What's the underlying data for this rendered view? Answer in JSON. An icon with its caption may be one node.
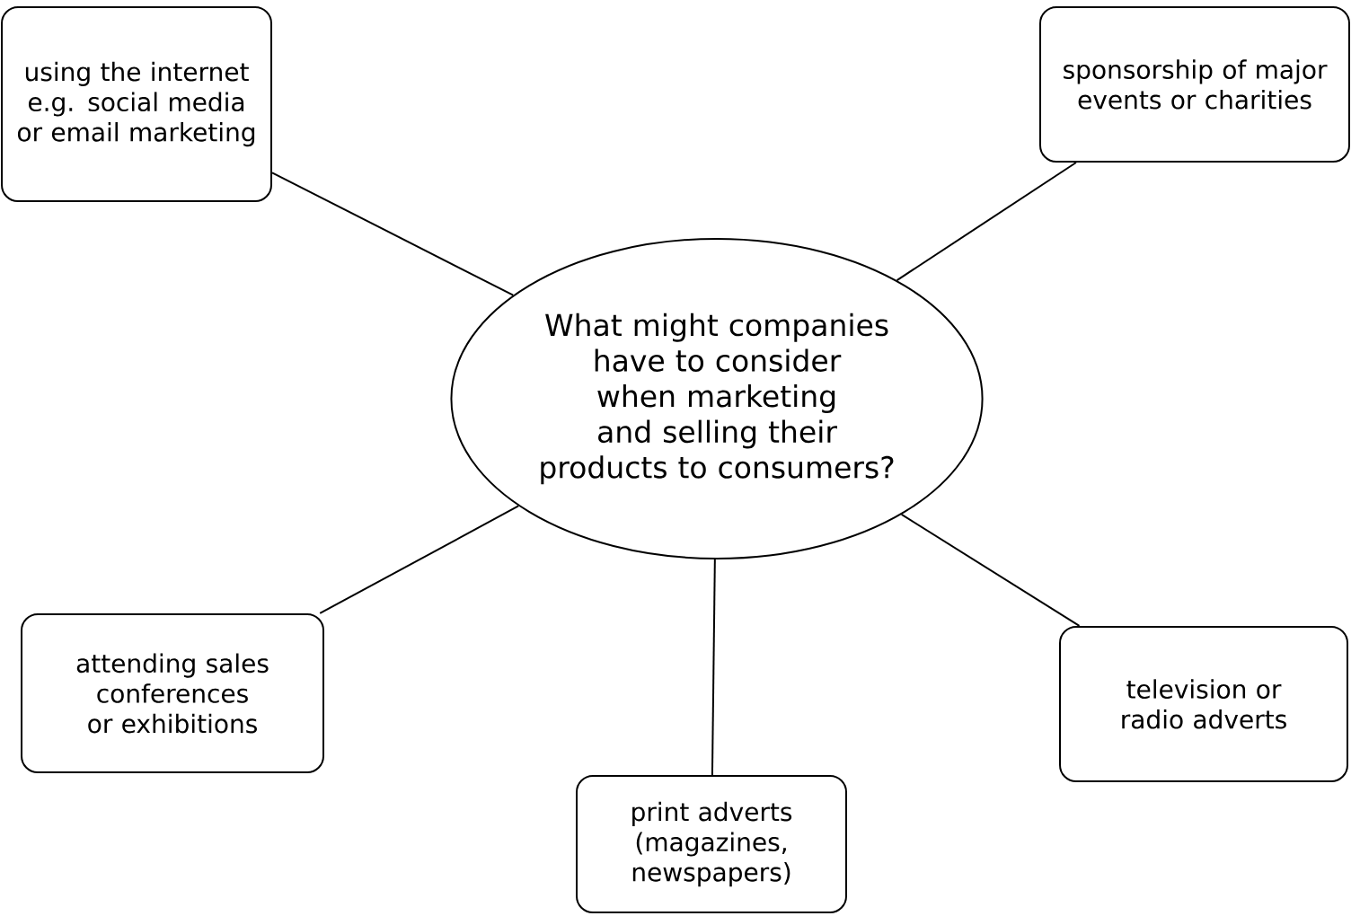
{
  "diagram": {
    "nodes": [
      {
        "text": [
          "using the internet e.g. social media or email marketing"
        ]
      },
      {
        "text": [
          "sponsorship of major events or charities"
        ]
      },
      {
        "text": [
          "What might companies have to consider when marketing and selling their products to consumers?"
        ]
      },
      {
        "text": [
          "attending sales conferences or exhibitions"
        ]
      },
      {
        "text": [
          "television or radio adverts"
        ]
      },
      {
        "text": [
          "print adverts (magazines, newspapers)"
        ]
      }
    ],
    "edges": [
      {
        "from": 2,
        "to": 0,
        "arrow": "none"
      },
      {
        "from": 2,
        "to": 1,
        "arrow": "none"
      },
      {
        "from": 2,
        "to": 3,
        "arrow": "none"
      },
      {
        "from": 2,
        "to": 4,
        "arrow": "none"
      },
      {
        "from": 2,
        "to": 5,
        "arrow": "none"
      }
    ]
  }
}
